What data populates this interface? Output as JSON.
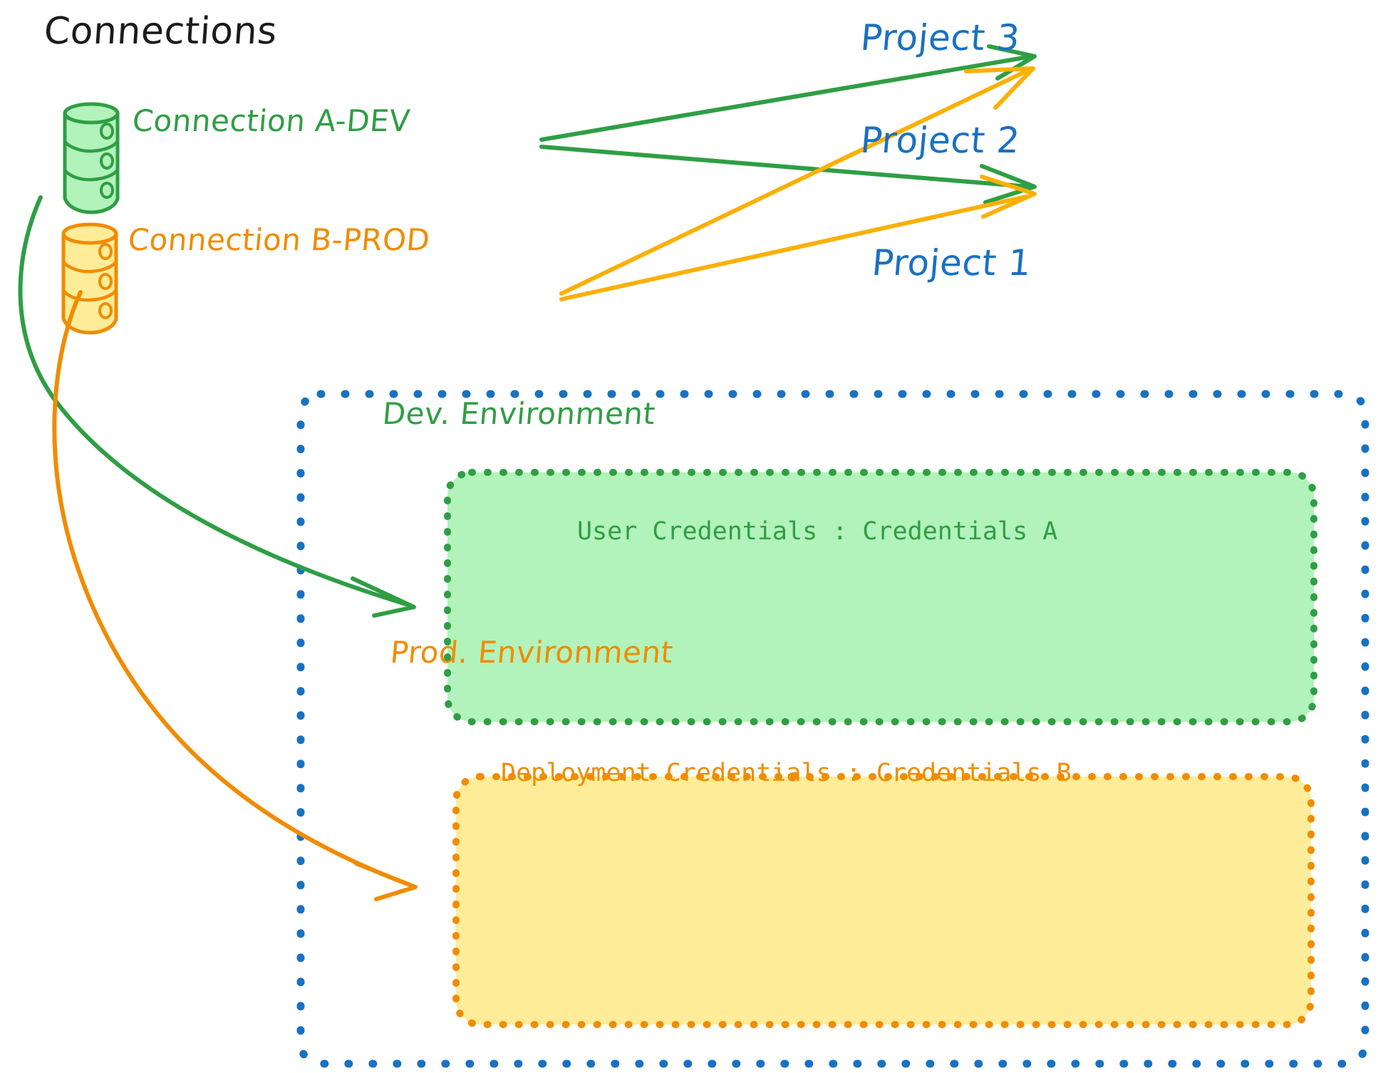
{
  "diagram": {
    "title": "Connections",
    "background": "#ffffff"
  },
  "colors": {
    "green_stroke": "#2f9e44",
    "green_fill": "#b2f2bb",
    "orange_stroke": "#f08c00",
    "orange_fill": "#ffec99",
    "blue_stroke": "#1971c2",
    "black_text": "#1b1b1b"
  },
  "connections": [
    {
      "id": "connection-a-dev",
      "label": "Connection A-DEV",
      "color": "#2f9e44",
      "icon": "database-cylinder-icon"
    },
    {
      "id": "connection-b-prod",
      "label": "Connection B-PROD",
      "color": "#f08c00",
      "icon": "database-cylinder-icon"
    }
  ],
  "projects": [
    {
      "id": "project-3",
      "label": "Project 3",
      "color": "#1971c2"
    },
    {
      "id": "project-2",
      "label": "Project 2",
      "color": "#1971c2"
    },
    {
      "id": "project-1",
      "label": "Project 1",
      "color": "#1971c2"
    }
  ],
  "environments": [
    {
      "id": "dev-environment",
      "title": "Dev. Environment",
      "credential_label": "User Credentials",
      "credential_separator": ":",
      "credential_value": "Credentials A",
      "credential_line": "User Credentials : Credentials A",
      "stroke": "#2f9e44",
      "fill": "#b2f2bb"
    },
    {
      "id": "prod-environment",
      "title": "Prod. Environment",
      "credential_label": "Deployment Credentials",
      "credential_separator": ":",
      "credential_value": "Credentials B",
      "credential_line": "Deployment Credentials : Credentials B",
      "stroke": "#f08c00",
      "fill": "#ffec99"
    }
  ],
  "edges": [
    {
      "id": "edge-a-dev-to-project-3",
      "from": "connection-a-dev",
      "to": "project-3",
      "color": "#2f9e44"
    },
    {
      "id": "edge-a-dev-to-project-2",
      "from": "connection-a-dev",
      "to": "project-2",
      "color": "#2f9e44"
    },
    {
      "id": "edge-a-dev-to-dev-environment",
      "from": "connection-a-dev",
      "to": "dev-environment",
      "color": "#2f9e44"
    },
    {
      "id": "edge-b-prod-to-project-3",
      "from": "connection-b-prod",
      "to": "project-3",
      "color": "#f08c00"
    },
    {
      "id": "edge-b-prod-to-project-2",
      "from": "connection-b-prod",
      "to": "project-2",
      "color": "#f08c00"
    },
    {
      "id": "edge-b-prod-to-prod-environment",
      "from": "connection-b-prod",
      "to": "prod-environment",
      "color": "#f08c00"
    }
  ]
}
